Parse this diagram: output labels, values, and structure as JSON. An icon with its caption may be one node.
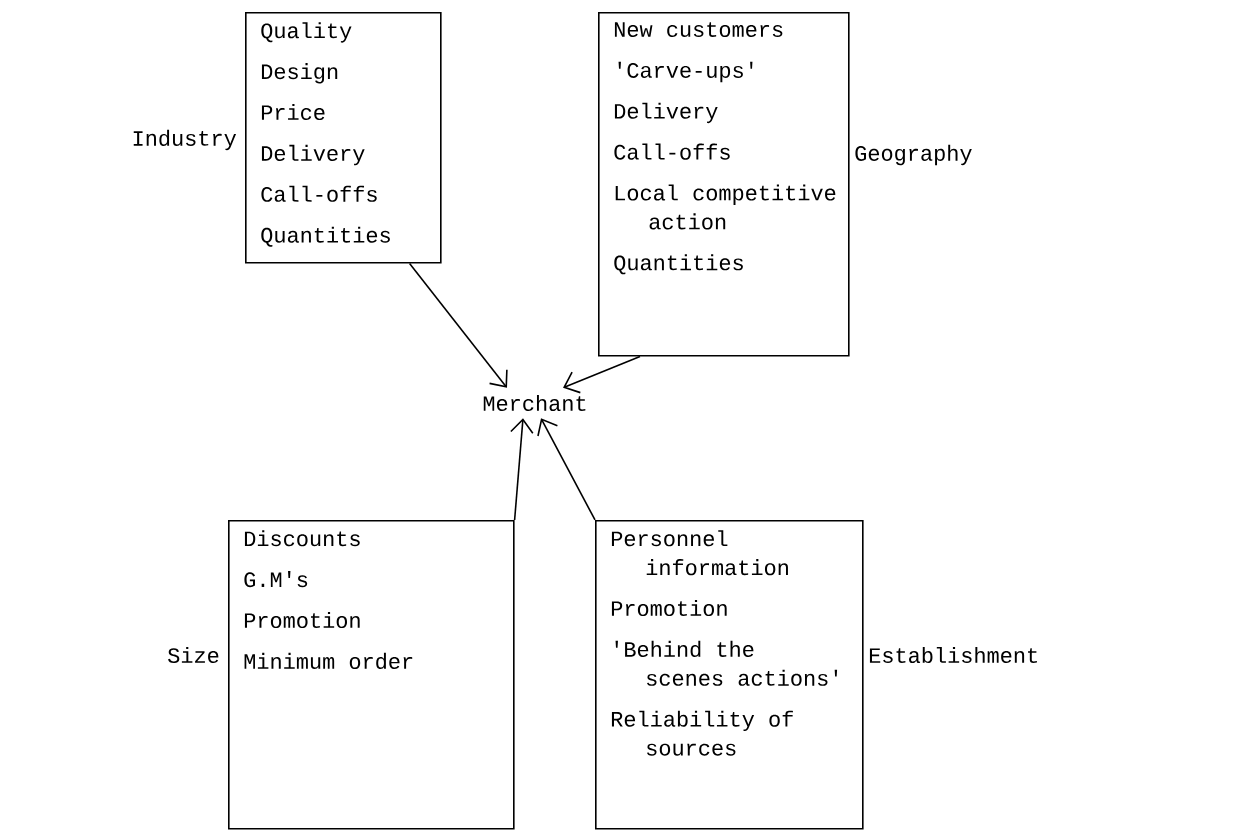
{
  "diagram": {
    "nodes": [
      {
        "text": [
          "Industry",
          "Quality",
          "Design",
          "Price",
          "Delivery",
          "Call-offs",
          "Quantities"
        ]
      },
      {
        "text": [
          "Geography",
          "New customers",
          "'Carve-ups'",
          "Delivery",
          "Call-offs",
          "Local competitive action",
          "Quantities"
        ]
      },
      {
        "text": [
          "Merchant"
        ]
      },
      {
        "text": [
          "Size",
          "Discounts",
          "G.M's",
          "Promotion",
          "Minimum order"
        ]
      },
      {
        "text": [
          "Establishment",
          "Personnel information",
          "Promotion",
          "'Behind the scenes actions'",
          "Reliability of sources"
        ]
      }
    ],
    "edges": [
      {
        "from": 0,
        "to": 2,
        "arrow": "to"
      },
      {
        "from": 1,
        "to": 2,
        "arrow": "to"
      },
      {
        "from": 3,
        "to": 2,
        "arrow": "to"
      },
      {
        "from": 4,
        "to": 2,
        "arrow": "to"
      }
    ]
  }
}
